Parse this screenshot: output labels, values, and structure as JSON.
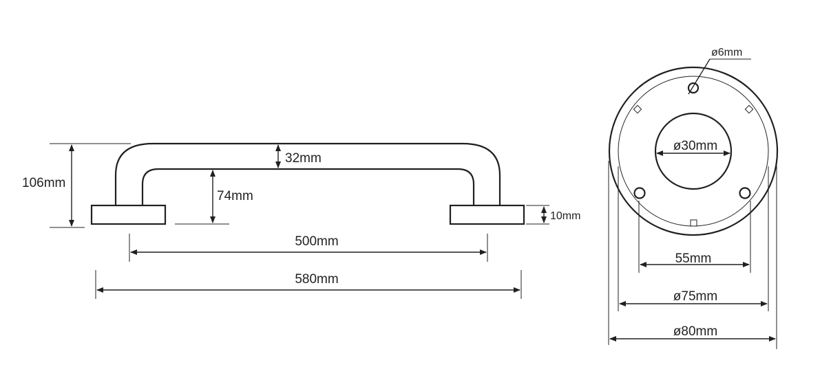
{
  "side_view": {
    "dimensions": {
      "height_total": "106mm",
      "tube_diameter": "32mm",
      "inner_clearance": "74mm",
      "flange_thickness": "10mm",
      "centers_length": "500mm",
      "overall_length": "580mm"
    }
  },
  "end_view": {
    "dimensions": {
      "screw_hole": "ø6mm",
      "tube_diameter": "ø30mm",
      "hole_spacing": "55mm",
      "plate_diameter": "ø75mm",
      "cover_diameter": "ø80mm"
    }
  },
  "colors": {
    "line": "#231f20",
    "background": "#ffffff"
  }
}
